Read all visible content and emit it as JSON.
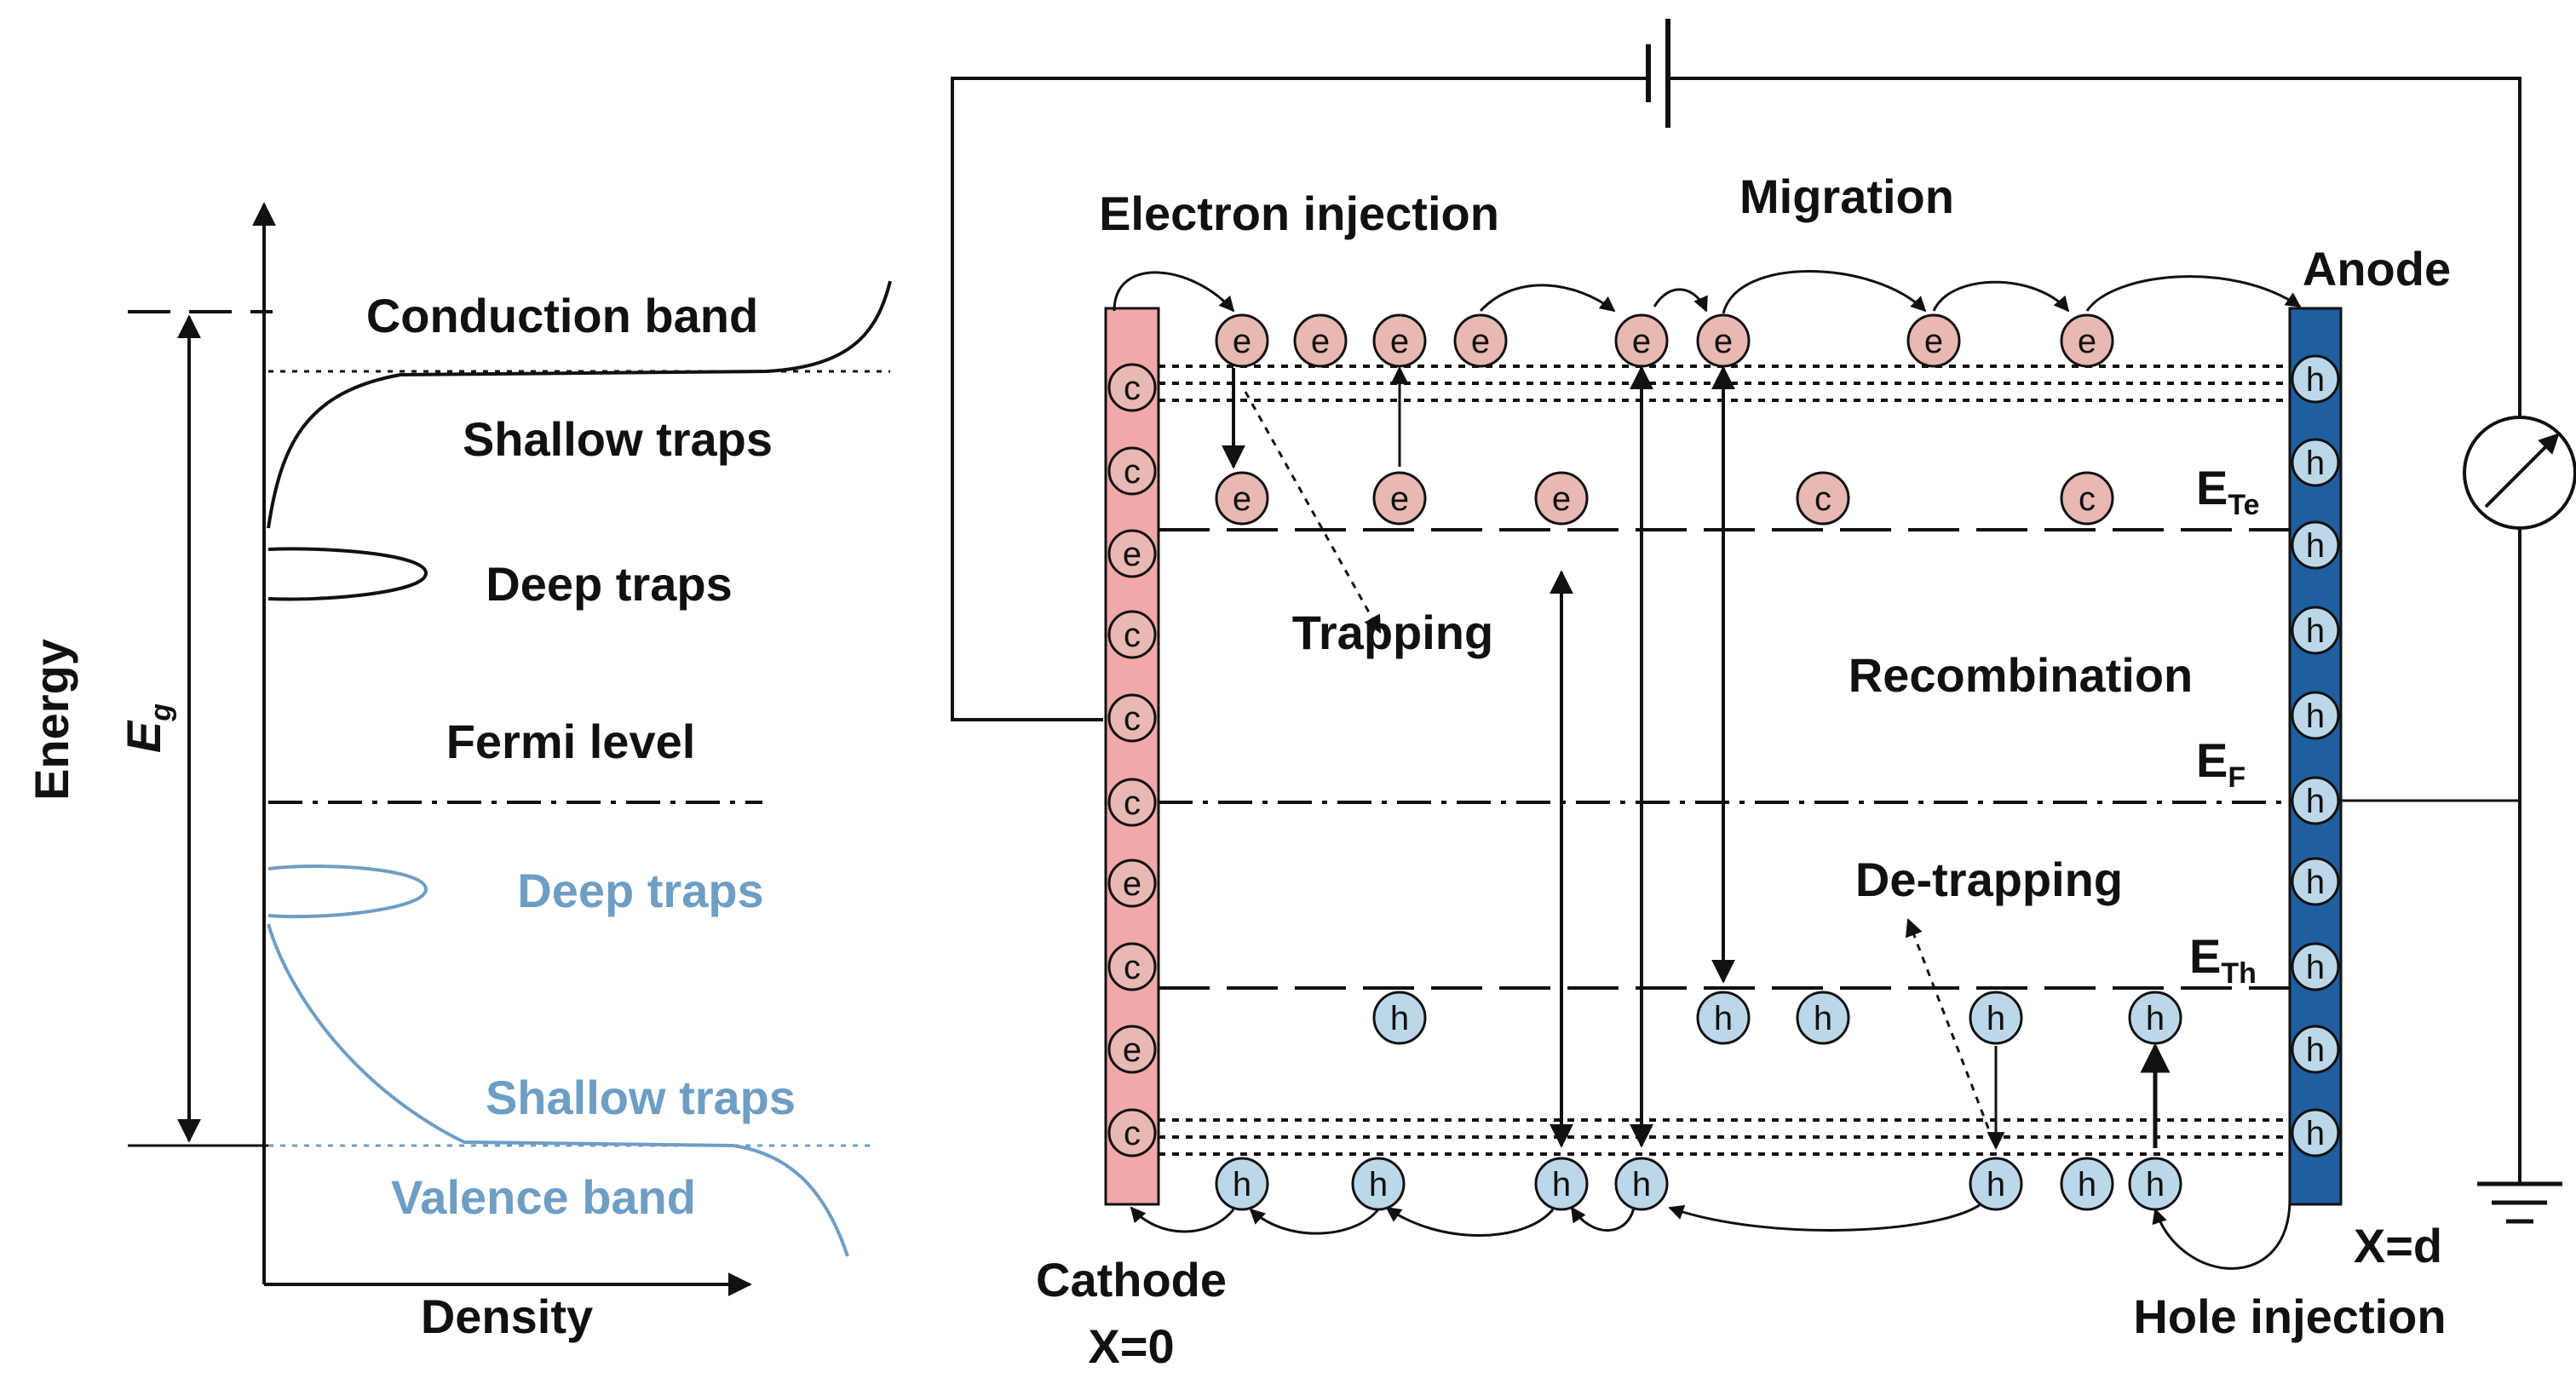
{
  "left_panel": {
    "axis_y_label": "Energy",
    "eg_label": "E",
    "eg_sub": "g",
    "axis_x_label": "Density",
    "conduction_band": "Conduction band",
    "shallow_traps_e": "Shallow traps",
    "deep_traps_e": "Deep traps",
    "fermi_level": "Fermi level",
    "deep_traps_h": "Deep traps",
    "shallow_traps_h": "Shallow traps",
    "valence_band": "Valence band"
  },
  "right_panel": {
    "electron_injection": "Electron injection",
    "migration": "Migration",
    "anode": "Anode",
    "trapping": "Trapping",
    "recombination": "Recombination",
    "de_trapping": "De-trapping",
    "cathode": "Cathode",
    "cathode_x": "X=0",
    "anode_x": "X=d",
    "hole_injection": "Hole injection",
    "level_e_main": "E",
    "level_e_sub": "Te",
    "level_f_main": "E",
    "level_f_sub": "F",
    "level_h_main": "E",
    "level_h_sub": "Th",
    "electron_symbol": "e",
    "hole_symbol": "h",
    "carrier_symbol": "c"
  },
  "colors": {
    "line": "#111111",
    "blue_curve": "#6e9ec4",
    "electron_fill": "#e8b8b2",
    "hole_fill": "#bcd8e8",
    "cathode_fill": "#f2a8a8",
    "anode_fill": "#1f5f9f"
  }
}
